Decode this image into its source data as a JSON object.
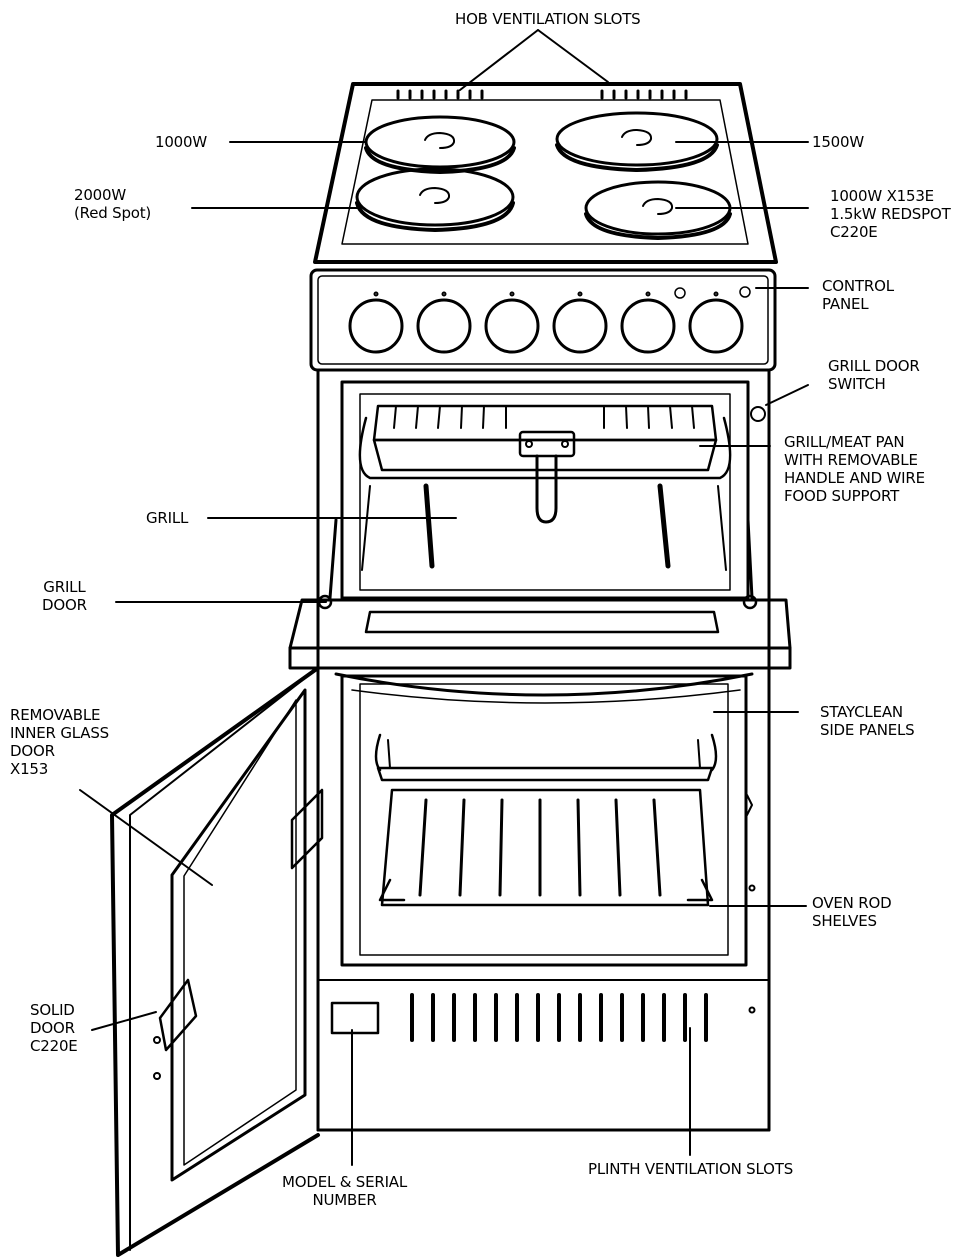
{
  "labels": {
    "hob_vents": "HOB VENTILATION SLOTS",
    "plate_tl": "1000W",
    "plate_tr": "1500W",
    "plate_bl": [
      "2000W",
      "(Red Spot)"
    ],
    "plate_br": [
      "1000W X153E",
      "1.5kW REDSPOT",
      "C220E"
    ],
    "control_panel": [
      "CONTROL",
      "PANEL"
    ],
    "grill_door_switch": [
      "GRILL DOOR",
      "SWITCH"
    ],
    "grill_pan": [
      "GRILL/MEAT PAN",
      "WITH REMOVABLE",
      "HANDLE AND WIRE",
      "FOOD SUPPORT"
    ],
    "grill": "GRILL",
    "grill_door": [
      "GRILL",
      "DOOR"
    ],
    "inner_glass": [
      "REMOVABLE",
      "INNER GLASS",
      "DOOR",
      "X153"
    ],
    "side_panels": [
      "STAYCLEAN",
      "SIDE PANELS"
    ],
    "rod_shelves": [
      "OVEN ROD",
      "SHELVES"
    ],
    "solid_door": [
      "SOLID",
      "DOOR",
      "C220E"
    ],
    "model_serial": [
      "MODEL & SERIAL",
      "NUMBER"
    ],
    "plinth_vents": "PLINTH VENTILATION SLOTS"
  },
  "colors": {
    "line": "#000000",
    "background": "#ffffff"
  }
}
